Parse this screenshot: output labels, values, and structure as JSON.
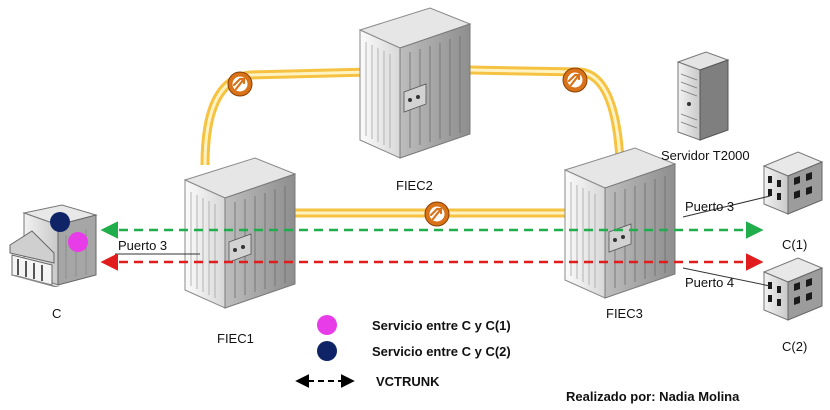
{
  "nodes": {
    "fiec1": "FIEC1",
    "fiec2": "FIEC2",
    "fiec3": "FIEC3",
    "server": "Servidor T2000",
    "customer_c": "C",
    "customer_c1": "C(1)",
    "customer_c2": "C(2)"
  },
  "ports": {
    "c_side": "Puerto 3",
    "c1_side": "Puerto 3",
    "c2_side": "Puerto 4"
  },
  "legend": {
    "service_c_c1": "Servicio entre C y C(1)",
    "service_c_c2": "Servicio entre C y C(2)",
    "vctrunk": "VCTRUNK"
  },
  "author": "Realizado por: Nadia Molina",
  "colors": {
    "ring": "#F5C242",
    "ring_core": "#FFF3C4",
    "icon_orange": "#D9731A",
    "service_c1": "#1FAE4B",
    "service_c2": "#E11C1C",
    "dot_magenta": "#E83CE8",
    "dot_navy": "#0E2466"
  },
  "icons": [
    "equipment-rack-icon",
    "server-icon",
    "building-icon",
    "bank-building-icon",
    "optical-link-icon"
  ]
}
